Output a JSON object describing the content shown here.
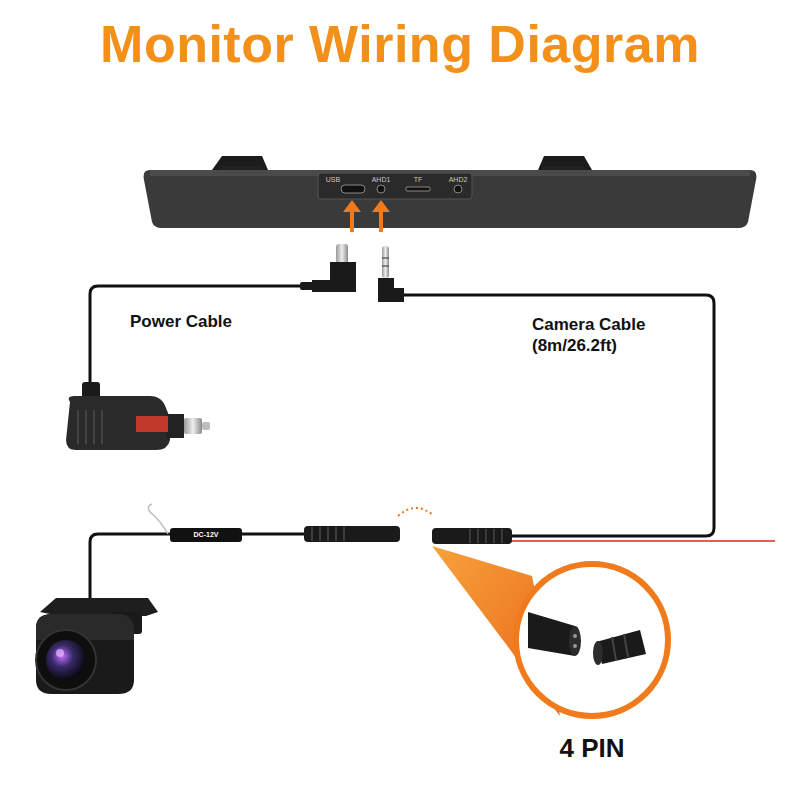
{
  "diagram": {
    "title": "Monitor Wiring Diagram",
    "labels": [
      "USB",
      "AHD1",
      "TF",
      "AHD2",
      "Power Cable",
      "Camera Cable (8m/26.2ft)",
      "DC-12V",
      "4 PIN"
    ]
  }
}
